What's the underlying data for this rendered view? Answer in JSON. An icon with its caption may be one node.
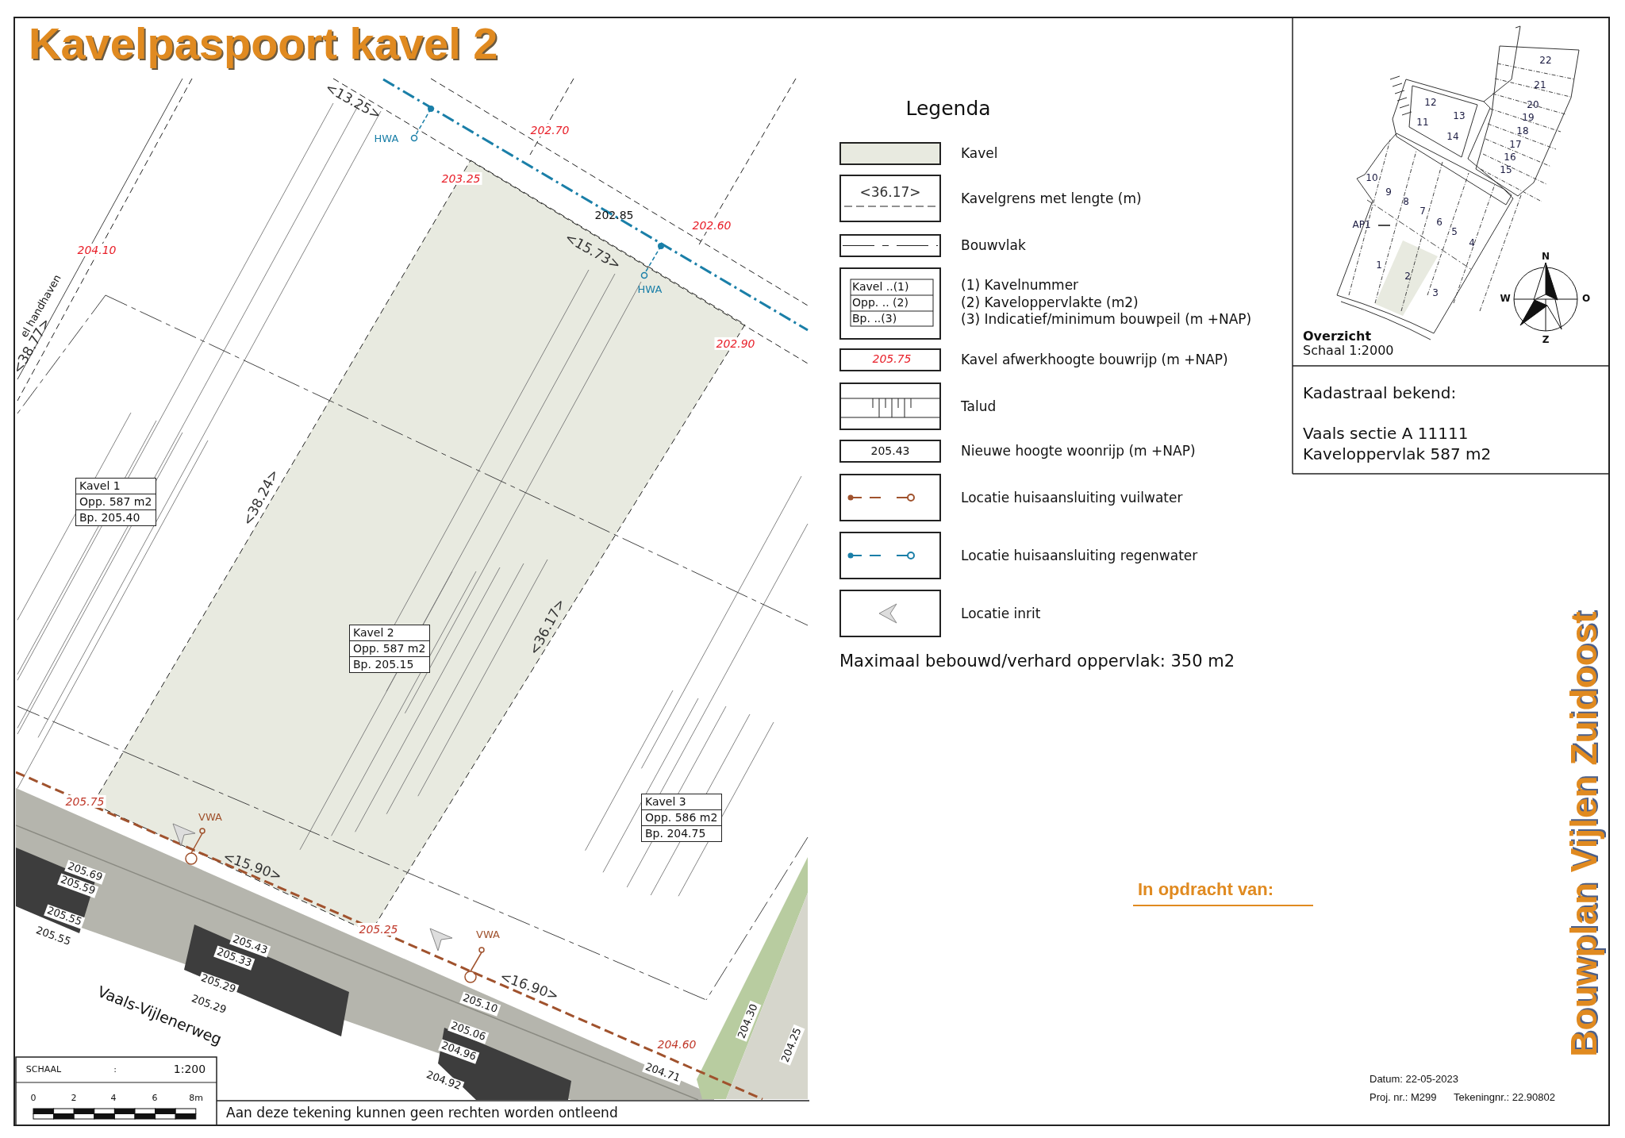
{
  "diagram": {
    "title": "Kavelpaspoort kavel 2",
    "nodes": [
      {
        "text": [
          "Kavel 1",
          "Opp. 587 m2",
          "Bp. 205.40"
        ]
      },
      {
        "text": [
          "Kavel 2",
          "Opp. 587 m2",
          "Bp. 205.15"
        ]
      },
      {
        "text": [
          "Kavel 3",
          "Opp. 586 m2",
          "Bp. 204.75"
        ]
      }
    ],
    "labels": [
      "<13.25>",
      "HWA",
      "202.70",
      "203.25",
      "202.85",
      "<15.73>",
      "202.60",
      "HWA",
      "204.10",
      "el handhaven",
      "<38.77>",
      "202.90",
      "<38.24>",
      "<36.17>",
      "205.75",
      "VWA",
      "205.69",
      "<15.90>",
      "205.59",
      "205.55",
      "205.55",
      "205.25",
      "VWA",
      "205.43",
      "205.33",
      "205.29",
      "<16.90>",
      "205.29",
      "Vaals-Vijlenerweg",
      "205.10",
      "205.06",
      "204.96",
      "204.92",
      "204.60",
      "204.71",
      "204.30",
      "204.25",
      "SCHAAL",
      ":",
      "1:200",
      "0",
      "2",
      "4",
      "6",
      "8m",
      "Aan deze tekening kunnen geen rechten worden ontleend",
      "Legenda",
      "<36.17>",
      "Kavel ..(1)",
      "Opp. .. (2)",
      "Bp. ..(3)",
      "205.75",
      "205.43",
      "Maximaal bebouwd/verhard oppervlak: 350 m2",
      "22",
      "21",
      "12",
      "20",
      "13",
      "19",
      "11",
      "18",
      "14",
      "17",
      "16",
      "15",
      "10",
      "9",
      "8",
      "7",
      "AP1",
      "6",
      "5",
      "4",
      "1",
      "2",
      "3",
      "N",
      "W",
      "O",
      "Z",
      "Overzicht",
      "Schaal 1:2000",
      "Kadastraal bekend:",
      "Vaals sectie A 11111",
      "Kaveloppervlak 587 m2",
      "In opdracht van:",
      "Datum: 22-05-2023",
      "Proj. nr.: M299",
      "Tekeningnr.: 22.90802",
      "Bouwplan Vijlen Zuidoost"
    ],
    "legend": [
      {
        "text": "Kavel",
        "color": "#e8eae0"
      },
      {
        "text": "Kavelgrens met lengte (m)"
      },
      {
        "text": "Bouwvlak"
      },
      {
        "text": "(1) Kavelnummer"
      },
      {
        "text": "(2) Kaveloppervlakte (m2)"
      },
      {
        "text": "(3) Indicatief/minimum bouwpeil (m +NAP)"
      },
      {
        "text": "Kavel afwerkhoogte bouwrijp (m +NAP)"
      },
      {
        "text": "Talud"
      },
      {
        "text": "Nieuwe hoogte woonrijp (m +NAP)"
      },
      {
        "text": "Locatie huisaansluiting vuilwater"
      },
      {
        "text": "Locatie huisaansluiting regenwater"
      },
      {
        "text": "Locatie inrit"
      }
    ]
  }
}
